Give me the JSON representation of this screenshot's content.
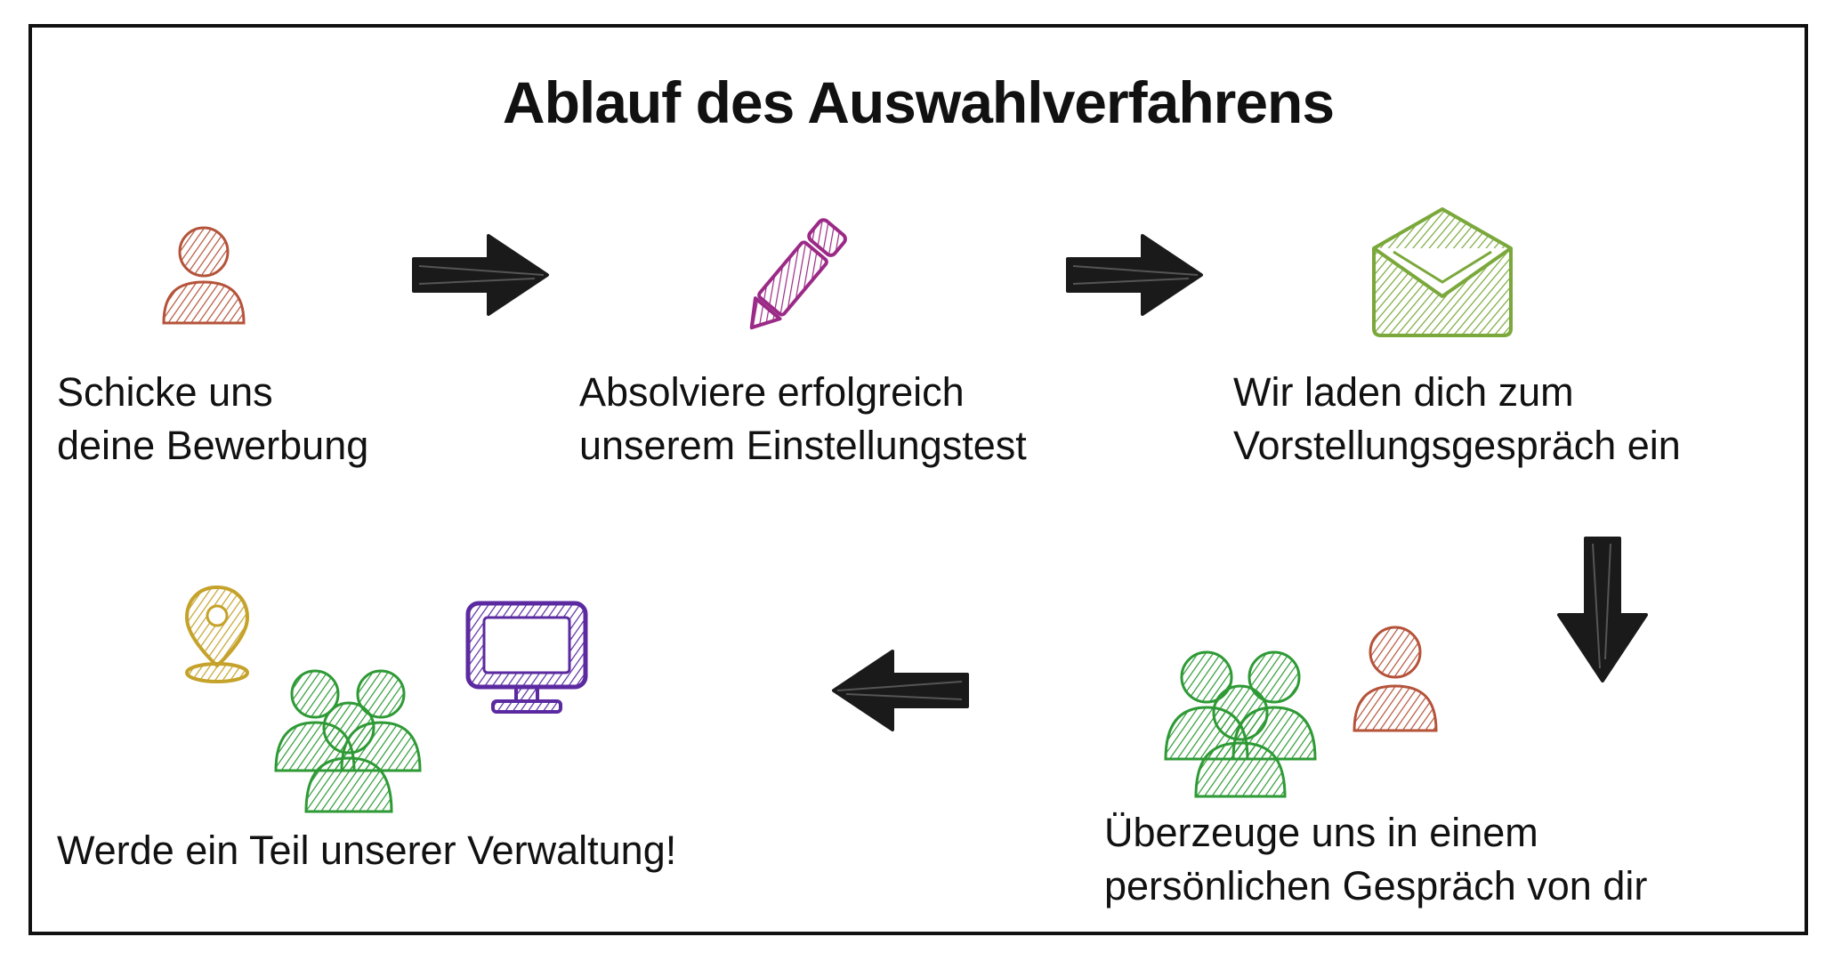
{
  "title": "Ablauf des Auswahlverfahrens",
  "steps": [
    {
      "label": "Schicke uns\ndeine Bewerbung",
      "icon": "person-icon"
    },
    {
      "label": "Absolviere erfolgreich\nunserem Einstellungstest",
      "icon": "pencil-icon"
    },
    {
      "label": "Wir laden dich zum\nVorstellungsgespräch ein",
      "icon": "envelope-icon"
    },
    {
      "label": "Überzeuge uns in einem\npersönlichen Gespräch von dir",
      "icon": "group-and-person-icon"
    },
    {
      "label": "Werde ein Teil unserer Verwaltung!",
      "icon": "location-group-monitor-icon"
    }
  ],
  "colors": {
    "person": "#b5533a",
    "pencil": "#9b2a86",
    "envelope": "#7aa83a",
    "group": "#2e9a35",
    "location": "#c5a22a",
    "monitor": "#5b2aa0",
    "arrow": "#1a1a1a"
  }
}
